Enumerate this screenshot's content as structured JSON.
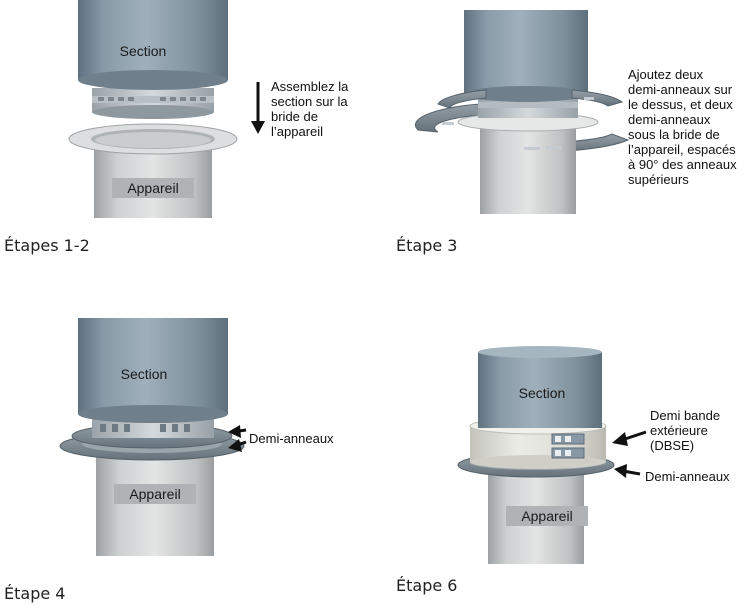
{
  "panels": [
    {
      "caption": "Étapes 1-2",
      "section_label": "Section",
      "appliance_label": "Appareil",
      "note": "Assemblez la\nsection sur la\nbride de\nl’appareil"
    },
    {
      "caption": "Étape 3",
      "note": "Ajoutez deux\ndemi-anneaux sur\nle dessus, et deux\ndemi-anneaux\nsous la bride de\nl’appareil, espacés\nà 90° des anneaux\nsupérieurs"
    },
    {
      "caption": "Étape 4",
      "section_label": "Section",
      "appliance_label": "Appareil",
      "note": "Demi-anneaux"
    },
    {
      "caption": "Étape 6",
      "section_label": "Section",
      "appliance_label": "Appareil",
      "band_note": "Demi bande\nextérieure\n(DBSE)",
      "rings_note": "Demi-anneaux"
    }
  ],
  "colors": {
    "section_top": "#7e909c",
    "section_bottom": "#93a4b0",
    "appliance_body": "#c8cacb",
    "ring": "#7f8b94",
    "band": "#e2e2dc"
  }
}
